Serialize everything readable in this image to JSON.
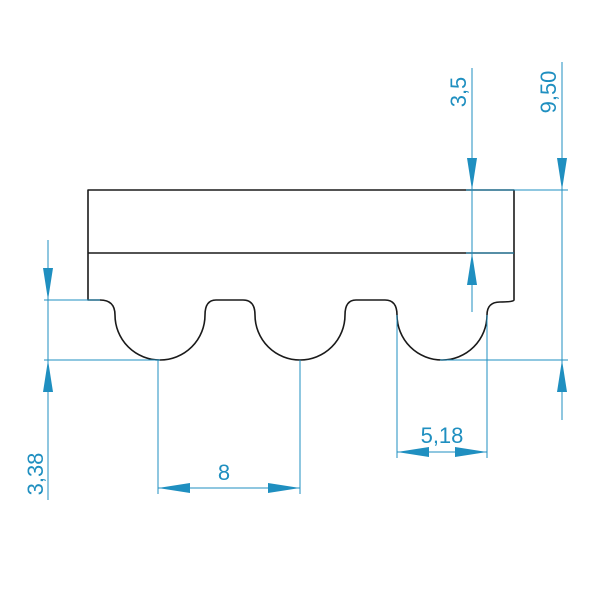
{
  "drawing": {
    "line_color": "#1a1a1a",
    "dimension_color": "#1f8fc0",
    "dimensions": {
      "tooth_height": "3,38",
      "tooth_pitch": "8",
      "tooth_width": "5,18",
      "belt_back_thickness": "3,5",
      "total_height": "9,50"
    }
  }
}
